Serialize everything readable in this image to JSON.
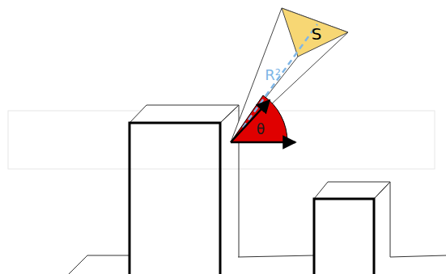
{
  "diagram": {
    "labels": [
      "S",
      "R²",
      "θ"
    ]
  }
}
